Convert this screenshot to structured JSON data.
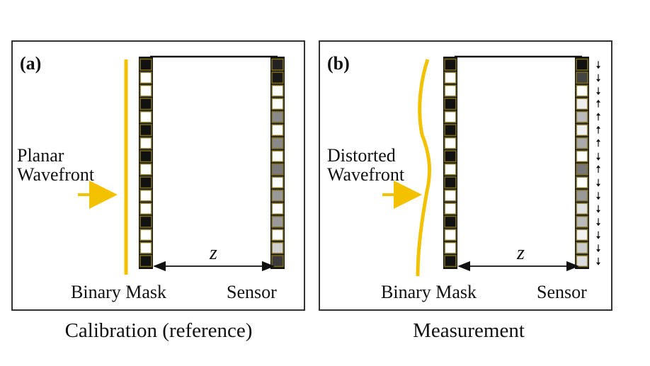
{
  "panel_a": {
    "label": "(a)",
    "wavefront_label": [
      "Planar",
      "Wavefront"
    ],
    "distance_label": "z",
    "mask_label": "Binary Mask",
    "sensor_label": "Sensor",
    "caption": "Calibration (reference)",
    "mask_cells": [
      1,
      0,
      0,
      1,
      0,
      1,
      0,
      1,
      0,
      1,
      0,
      0,
      1,
      0,
      0,
      1
    ],
    "sensor_cells": [
      "#222222",
      "#1a1a1a",
      "#ffffff",
      "#ffffff",
      "#8a8a8a",
      "#ffffff",
      "#8a8a8a",
      "#ffffff",
      "#7a7a7a",
      "#ffffff",
      "#999999",
      "#ffffff",
      "#9a9a9a",
      "#ffffff",
      "#d0d0d0",
      "#3a3a3a"
    ]
  },
  "panel_b": {
    "label": "(b)",
    "wavefront_label": [
      "Distorted",
      "Wavefront"
    ],
    "distance_label": "z",
    "mask_label": "Binary Mask",
    "sensor_label": "Sensor",
    "caption": "Measurement",
    "mask_cells": [
      1,
      0,
      0,
      1,
      0,
      1,
      0,
      1,
      0,
      1,
      0,
      0,
      1,
      0,
      0,
      1
    ],
    "sensor_cells": [
      "#111111",
      "#444444",
      "#ffffff",
      "#eeeeee",
      "#bbbbbb",
      "#f0f0f0",
      "#aaaaaa",
      "#ffffff",
      "#777777",
      "#ffffff",
      "#999999",
      "#e0e0e0",
      "#bbbbbb",
      "#f2f2f2",
      "#cccccc",
      "#dddddd"
    ],
    "shift_arrows": [
      "down",
      "down",
      "down",
      "up",
      "up",
      "up",
      "up",
      "down",
      "up",
      "down",
      "down",
      "down",
      "down",
      "down",
      "down",
      "down"
    ]
  },
  "colors": {
    "wavefront": "#f2c200",
    "cell_border": "#7a6a1a",
    "frame": "#333333"
  }
}
